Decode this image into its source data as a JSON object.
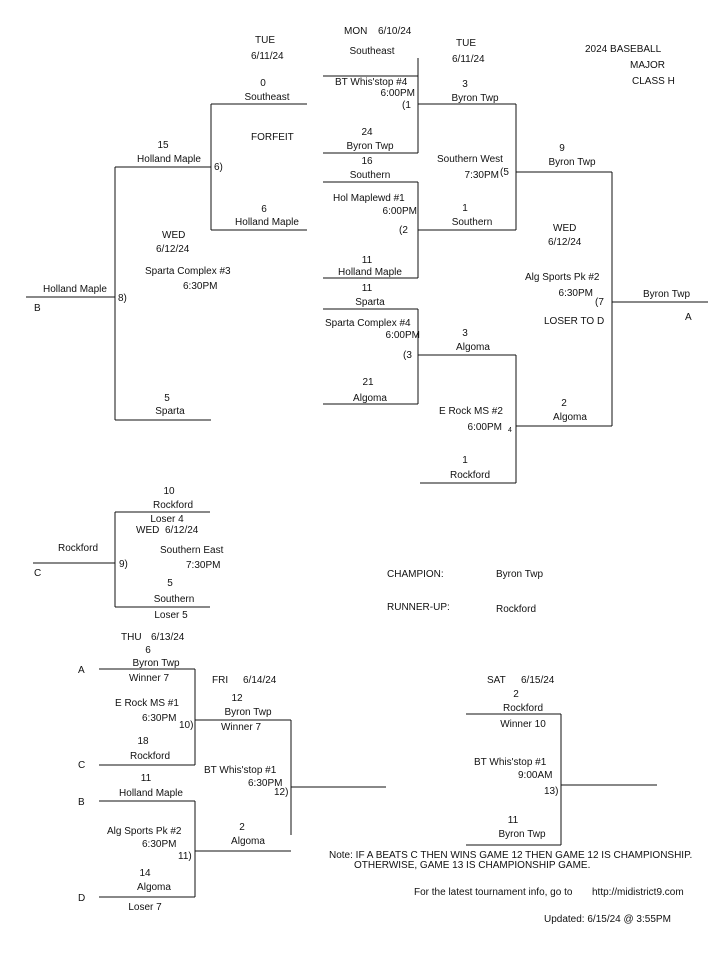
{
  "header": {
    "title_line1": "2024 BASEBALL",
    "title_line2": "MAJOR",
    "title_line3": "CLASS H"
  },
  "winners_bracket": {
    "game1": {
      "day": "MON",
      "date": "6/10/24",
      "team_top": "Southeast",
      "location": "BT Whis'stop #4",
      "time": "6:00PM",
      "game_no": "(1",
      "score_bottom": "24",
      "team_bottom": "Byron Twp"
    },
    "game2": {
      "team_top_score": "16",
      "team_top": "Southern",
      "location": "Hol Maplewd #1",
      "time": "6:00PM",
      "game_no": "(2",
      "score_bottom": "11",
      "team_bottom": "Holland Maple"
    },
    "game3": {
      "score_top": "11",
      "team_top": "Sparta",
      "location": "Sparta Complex #4",
      "time": "6:00PM",
      "game_no": "(3",
      "score_bottom": "21",
      "team_bottom": "Algoma"
    },
    "game4": {
      "location": "E Rock MS #2",
      "time": "6:00PM",
      "game_no": "4",
      "score_bottom": "1",
      "team_bottom": "Rockford"
    },
    "game5": {
      "day": "TUE",
      "date": "6/11/24",
      "score_top": "3",
      "team_top": "Byron Twp",
      "location": "Southern West",
      "time": "7:30PM",
      "game_no": "(5",
      "score_bottom": "1",
      "team_bottom": "Southern"
    },
    "game6": {
      "day": "TUE",
      "date": "6/11/24",
      "score_top": "0",
      "team_top": "Southeast",
      "note": "FORFEIT",
      "score_bottom": "6",
      "team_bottom": "Holland Maple",
      "game_no": "6)"
    },
    "game6b": {
      "score": "3",
      "team": "Algoma"
    },
    "game7": {
      "score_top": "9",
      "team_top": "Byron Twp",
      "day": "WED",
      "date": "6/12/24",
      "location": "Alg Sports Pk #2",
      "time": "6:30PM",
      "game_no": "(7",
      "loser_note": "LOSER TO D",
      "score_bottom": "2",
      "team_bottom": "Algoma",
      "winner": "Byron Twp",
      "winner_slot": "A"
    },
    "game8": {
      "score_top": "15",
      "team_top": "Holland Maple",
      "day": "WED",
      "date": "6/12/24",
      "location": "Sparta Complex #3",
      "time": "6:30PM",
      "game_no": "8)",
      "score_bottom": "5",
      "team_bottom": "Sparta",
      "winner": "Holland Maple",
      "winner_slot": "B"
    }
  },
  "game9": {
    "score_top": "10",
    "team_top": "Rockford",
    "top_note": "Loser 4",
    "day": "WED",
    "date": "6/12/24",
    "location": "Southern East",
    "time": "7:30PM",
    "game_no": "9)",
    "score_bottom": "5",
    "team_bottom": "Southern",
    "bottom_note": "Loser 5",
    "winner": "Rockford",
    "winner_slot": "C"
  },
  "results": {
    "champion_label": "CHAMPION:",
    "champion": "Byron Twp",
    "runnerup_label": "RUNNER-UP:",
    "runnerup": "Rockford"
  },
  "game10": {
    "day": "THU",
    "date": "6/13/24",
    "slot_top": "A",
    "score_top": "6",
    "team_top": "Byron Twp",
    "top_note": "Winner 7",
    "location": "E Rock MS #1",
    "time": "6:30PM",
    "game_no": "10)",
    "slot_bottom": "C",
    "score_bottom": "18",
    "team_bottom": "Rockford"
  },
  "game11": {
    "slot_top": "B",
    "score_top": "11",
    "team_top": "Holland Maple",
    "location": "Alg Sports Pk #2",
    "time": "6:30PM",
    "game_no": "11)",
    "slot_bottom": "D",
    "score_bottom": "14",
    "team_bottom": "Algoma",
    "bottom_note": "Loser 7"
  },
  "game12": {
    "day": "FRI",
    "date": "6/14/24",
    "score_top": "12",
    "team_top": "Byron Twp",
    "top_note": "Winner 7",
    "location": "BT Whis'stop #1",
    "time": "6:30PM",
    "game_no": "12)",
    "score_bottom": "2",
    "team_bottom": "Algoma"
  },
  "game13": {
    "day": "SAT",
    "date": "6/15/24",
    "score_top": "2",
    "team_top": "Rockford",
    "top_note": "Winner 10",
    "location": "BT Whis'stop #1",
    "time": "9:00AM",
    "game_no": "13)",
    "score_bottom": "11",
    "team_bottom": "Byron Twp"
  },
  "footer": {
    "note_line1": "Note: IF A BEATS C THEN WINS GAME 12 THEN GAME 12 IS CHAMPIONSHIP.",
    "note_line2": "OTHERWISE, GAME 13 IS CHAMPIONSHIP GAME.",
    "info_text": "For the latest tournament info, go to",
    "url": "http://midistrict9.com",
    "updated": "Updated:  6/15/24 @  3:55PM"
  }
}
